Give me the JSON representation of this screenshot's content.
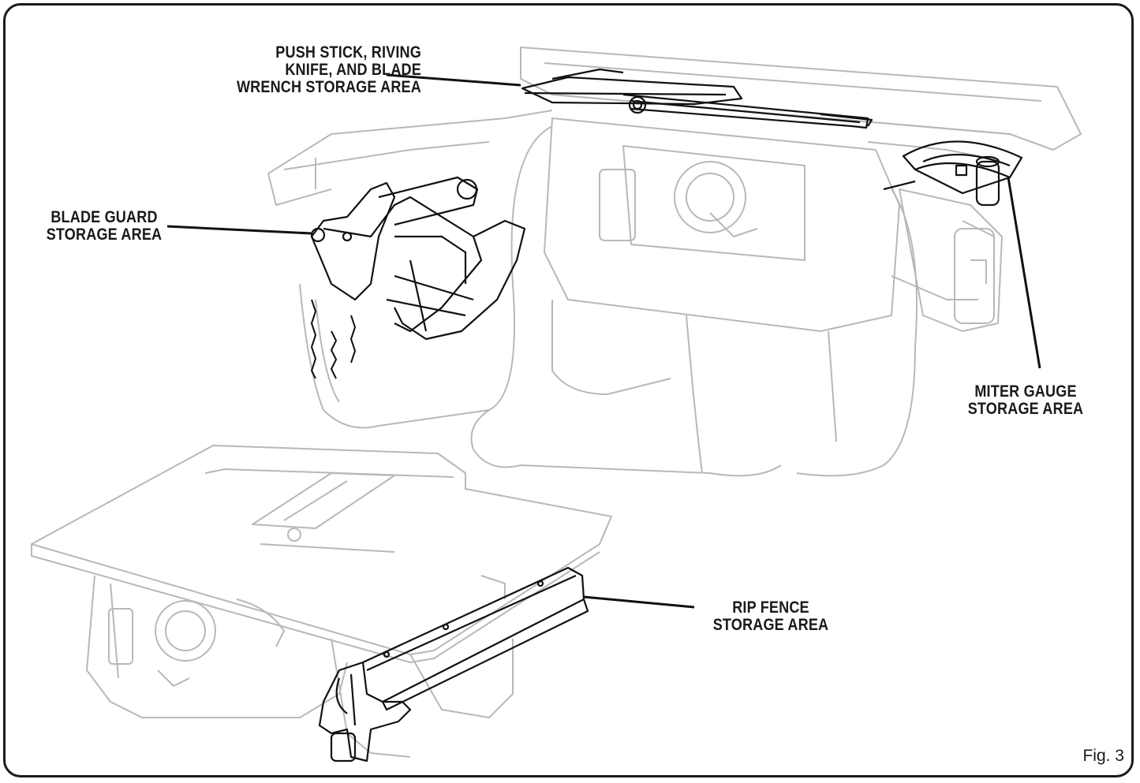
{
  "callouts": {
    "push_stick": [
      "PUSH STICK, RIVING",
      "KNIFE, AND BLADE",
      "WRENCH STORAGE AREA"
    ],
    "blade_guard": [
      "BLADE GUARD",
      "STORAGE AREA"
    ],
    "miter_gauge": [
      "MITER GAUGE",
      "STORAGE AREA"
    ],
    "rip_fence": [
      "RIP FENCE",
      "STORAGE AREA"
    ]
  },
  "figure_label": "Fig. 3",
  "colors": {
    "outline": "#1a1a1a",
    "ghost_lines": "#b8b8b8",
    "highlight_lines": "#111111",
    "background": "#ffffff"
  }
}
